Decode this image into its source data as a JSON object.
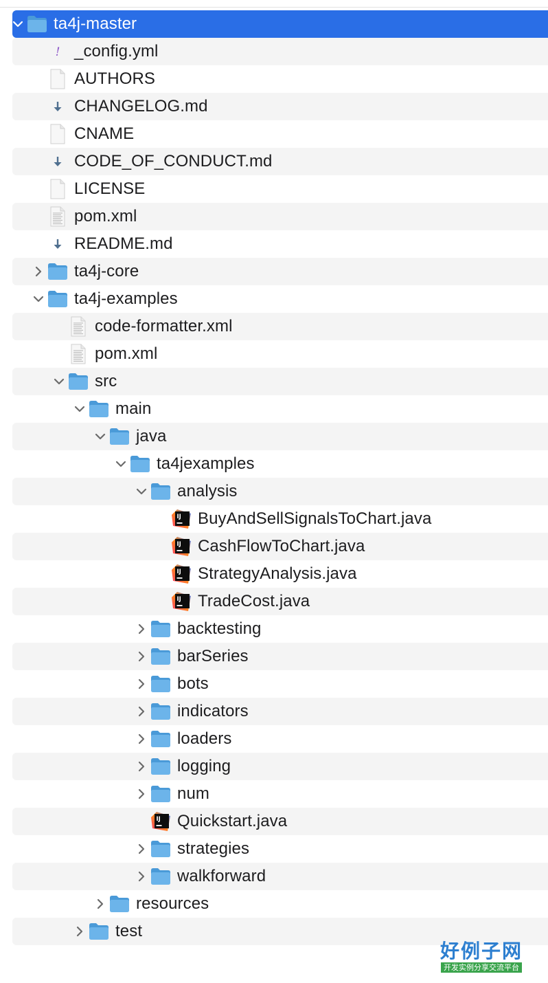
{
  "colors": {
    "selection": "#2a6ee6",
    "folder": "#6cb4ea",
    "folder_dark": "#4a9ad8",
    "stripe": "#f4f4f4",
    "text": "#1d1d1f"
  },
  "tree": [
    {
      "label": "ta4j-master",
      "depth": 0,
      "type": "folder",
      "expand": "open",
      "selected": true
    },
    {
      "label": "_config.yml",
      "depth": 1,
      "type": "yml"
    },
    {
      "label": "AUTHORS",
      "depth": 1,
      "type": "blank"
    },
    {
      "label": "CHANGELOG.md",
      "depth": 1,
      "type": "md"
    },
    {
      "label": "CNAME",
      "depth": 1,
      "type": "blank"
    },
    {
      "label": "CODE_OF_CONDUCT.md",
      "depth": 1,
      "type": "md"
    },
    {
      "label": "LICENSE",
      "depth": 1,
      "type": "blank"
    },
    {
      "label": "pom.xml",
      "depth": 1,
      "type": "xml"
    },
    {
      "label": "README.md",
      "depth": 1,
      "type": "md"
    },
    {
      "label": "ta4j-core",
      "depth": 1,
      "type": "folder",
      "expand": "closed"
    },
    {
      "label": "ta4j-examples",
      "depth": 1,
      "type": "folder",
      "expand": "open"
    },
    {
      "label": "code-formatter.xml",
      "depth": 2,
      "type": "xml"
    },
    {
      "label": "pom.xml",
      "depth": 2,
      "type": "xml"
    },
    {
      "label": "src",
      "depth": 2,
      "type": "folder",
      "expand": "open"
    },
    {
      "label": "main",
      "depth": 3,
      "type": "folder",
      "expand": "open"
    },
    {
      "label": "java",
      "depth": 4,
      "type": "folder",
      "expand": "open"
    },
    {
      "label": "ta4jexamples",
      "depth": 5,
      "type": "folder",
      "expand": "open"
    },
    {
      "label": "analysis",
      "depth": 6,
      "type": "folder",
      "expand": "open"
    },
    {
      "label": "BuyAndSellSignalsToChart.java",
      "depth": 7,
      "type": "java"
    },
    {
      "label": "CashFlowToChart.java",
      "depth": 7,
      "type": "java"
    },
    {
      "label": "StrategyAnalysis.java",
      "depth": 7,
      "type": "java"
    },
    {
      "label": "TradeCost.java",
      "depth": 7,
      "type": "java"
    },
    {
      "label": "backtesting",
      "depth": 6,
      "type": "folder",
      "expand": "closed"
    },
    {
      "label": "barSeries",
      "depth": 6,
      "type": "folder",
      "expand": "closed"
    },
    {
      "label": "bots",
      "depth": 6,
      "type": "folder",
      "expand": "closed"
    },
    {
      "label": "indicators",
      "depth": 6,
      "type": "folder",
      "expand": "closed"
    },
    {
      "label": "loaders",
      "depth": 6,
      "type": "folder",
      "expand": "closed"
    },
    {
      "label": "logging",
      "depth": 6,
      "type": "folder",
      "expand": "closed"
    },
    {
      "label": "num",
      "depth": 6,
      "type": "folder",
      "expand": "closed"
    },
    {
      "label": "Quickstart.java",
      "depth": 6,
      "type": "java"
    },
    {
      "label": "strategies",
      "depth": 6,
      "type": "folder",
      "expand": "closed"
    },
    {
      "label": "walkforward",
      "depth": 6,
      "type": "folder",
      "expand": "closed"
    },
    {
      "label": "resources",
      "depth": 4,
      "type": "folder",
      "expand": "closed"
    },
    {
      "label": "test",
      "depth": 3,
      "type": "folder",
      "expand": "closed"
    },
    {
      "label": "",
      "depth": 0,
      "type": "empty"
    }
  ],
  "watermark": {
    "title": "好例子网",
    "subtitle": "开发实例分享交流平台"
  }
}
